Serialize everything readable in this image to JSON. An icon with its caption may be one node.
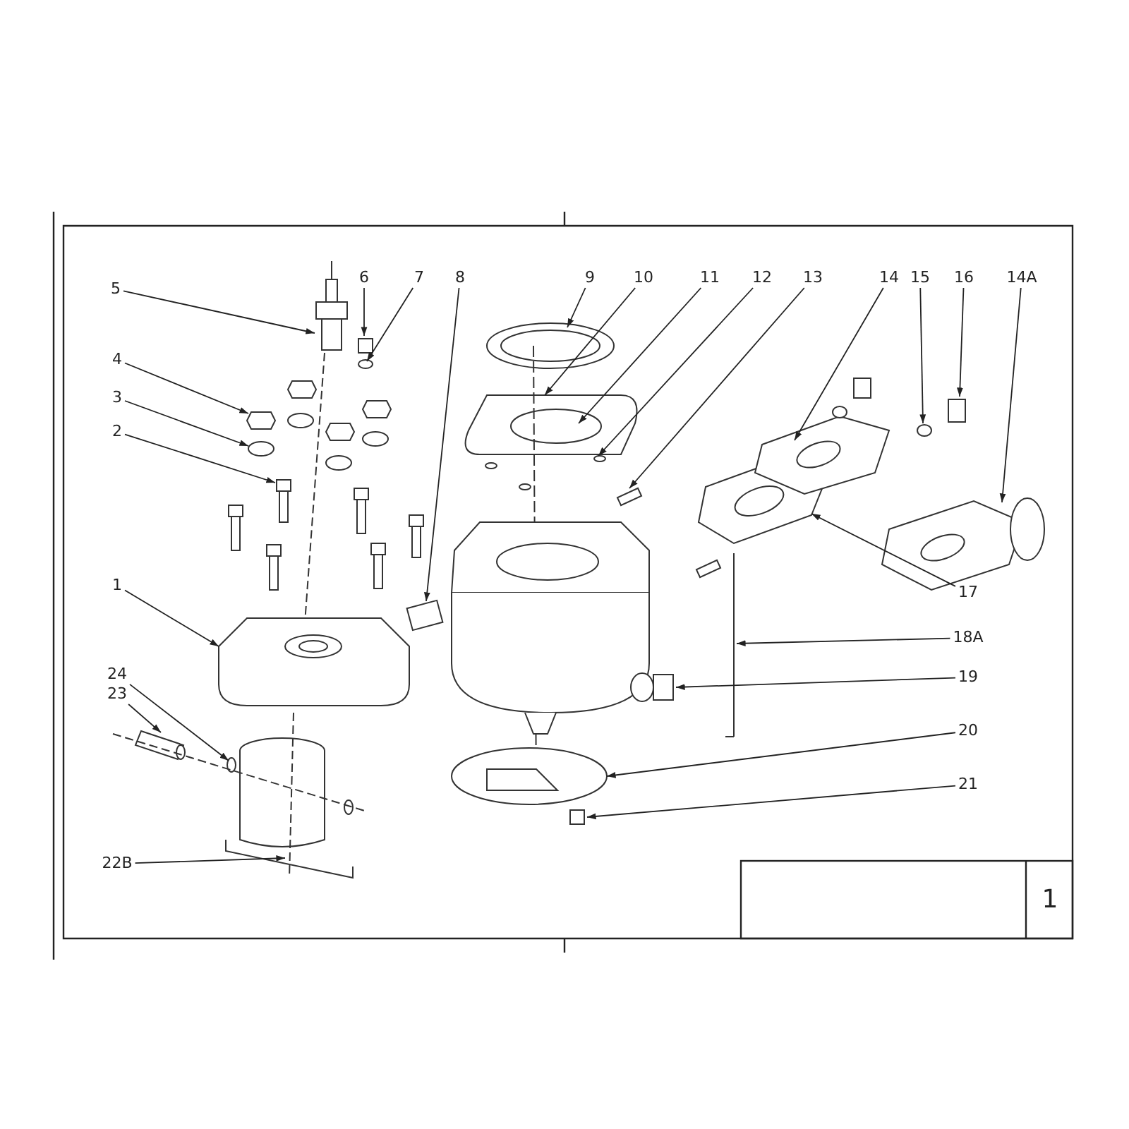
{
  "diagram": {
    "nodes": [
      {
        "text": [
          "5"
        ]
      },
      {
        "text": [
          "6"
        ]
      },
      {
        "text": [
          "7"
        ]
      },
      {
        "text": [
          "8"
        ]
      },
      {
        "text": [
          "9"
        ]
      },
      {
        "text": [
          "10"
        ]
      },
      {
        "text": [
          "11"
        ]
      },
      {
        "text": [
          "12"
        ]
      },
      {
        "text": [
          "13"
        ]
      },
      {
        "text": [
          "14"
        ]
      },
      {
        "text": [
          "15"
        ]
      },
      {
        "text": [
          "16"
        ]
      },
      {
        "text": [
          "14A"
        ]
      },
      {
        "text": [
          "4"
        ]
      },
      {
        "text": [
          "3"
        ]
      },
      {
        "text": [
          "2"
        ]
      },
      {
        "text": [
          "1"
        ]
      },
      {
        "text": [
          "17"
        ]
      },
      {
        "text": [
          "18A"
        ]
      },
      {
        "text": [
          "19"
        ]
      },
      {
        "text": [
          "24"
        ]
      },
      {
        "text": [
          "23"
        ]
      },
      {
        "text": [
          "20"
        ]
      },
      {
        "text": [
          "21"
        ]
      },
      {
        "text": [
          "22B"
        ]
      }
    ],
    "edges": [
      {
        "from": 0,
        "to": null,
        "arrow": "to"
      },
      {
        "from": 1,
        "to": null,
        "arrow": "to"
      },
      {
        "from": 2,
        "to": null,
        "arrow": "to"
      },
      {
        "from": 3,
        "to": null,
        "arrow": "to"
      },
      {
        "from": 4,
        "to": null,
        "arrow": "to"
      },
      {
        "from": 5,
        "to": null,
        "arrow": "to"
      },
      {
        "from": 6,
        "to": null,
        "arrow": "to"
      },
      {
        "from": 7,
        "to": null,
        "arrow": "to"
      },
      {
        "from": 8,
        "to": null,
        "arrow": "to"
      },
      {
        "from": 9,
        "to": null,
        "arrow": "to"
      },
      {
        "from": 10,
        "to": null,
        "arrow": "to"
      },
      {
        "from": 11,
        "to": null,
        "arrow": "to"
      },
      {
        "from": 12,
        "to": null,
        "arrow": "to"
      },
      {
        "from": 13,
        "to": null,
        "arrow": "to"
      },
      {
        "from": 14,
        "to": null,
        "arrow": "to"
      },
      {
        "from": 15,
        "to": null,
        "arrow": "to"
      },
      {
        "from": 16,
        "to": null,
        "arrow": "to"
      },
      {
        "from": 17,
        "to": null,
        "arrow": "to"
      },
      {
        "from": 18,
        "to": null,
        "arrow": "to"
      },
      {
        "from": 19,
        "to": null,
        "arrow": "to"
      },
      {
        "from": 20,
        "to": null,
        "arrow": "to"
      },
      {
        "from": 21,
        "to": null,
        "arrow": "to"
      },
      {
        "from": 22,
        "to": null,
        "arrow": "to"
      },
      {
        "from": 23,
        "to": null,
        "arrow": "to"
      },
      {
        "from": 24,
        "to": null,
        "arrow": "to"
      }
    ],
    "labels": [
      "1"
    ]
  }
}
